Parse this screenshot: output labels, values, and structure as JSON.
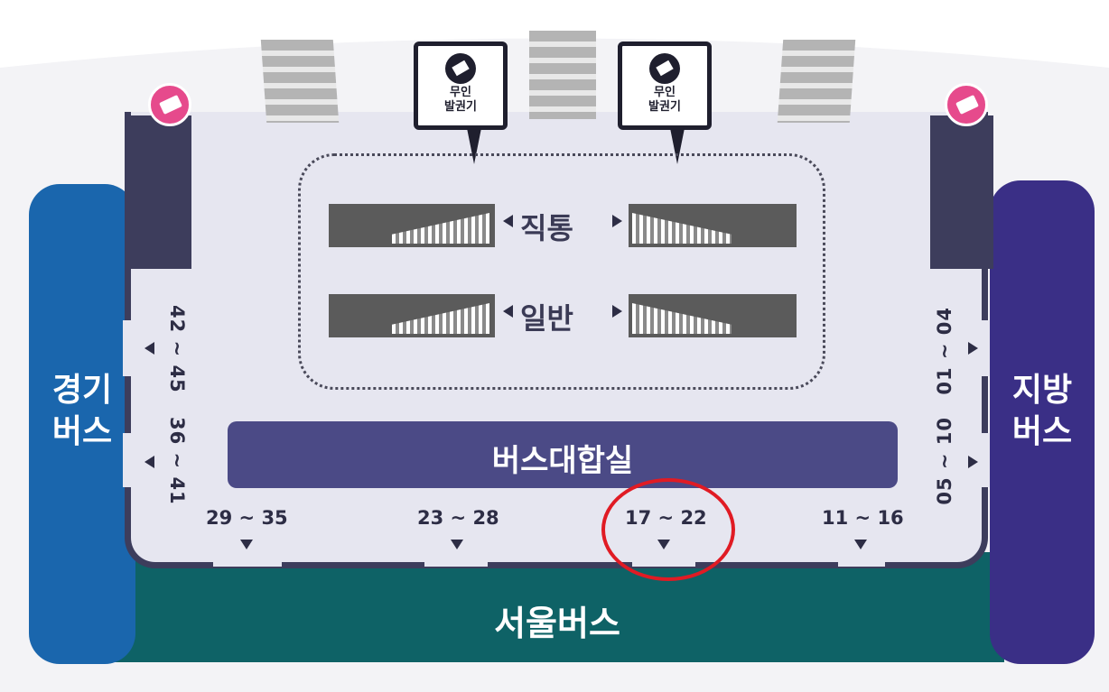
{
  "kiosk": {
    "line1": "무인",
    "line2": "발권기"
  },
  "escalators": {
    "express": "직통",
    "general": "일반"
  },
  "waiting_room": "버스대합실",
  "regions": {
    "gyeonggi": "경기\n버스",
    "gyeonggi_1": "경기",
    "gyeonggi_2": "버스",
    "regional_1": "지방",
    "regional_2": "버스",
    "seoul": "서울버스"
  },
  "gates": {
    "left_top": "42 ~ 45",
    "left_bottom": "36 ~ 41",
    "right_top": "01 ~ 04",
    "right_bottom": "05 ~ 10",
    "bottom": [
      "29 ~ 35",
      "23 ~ 28",
      "17 ~ 22",
      "11 ~ 16"
    ]
  },
  "highlight_gate": "17 ~ 22",
  "colors": {
    "gyeonggi": "#1a66ad",
    "regional": "#3a2f86",
    "seoul": "#0e6266",
    "waiting_room": "#4b4a86",
    "floor": "#e6e6f0",
    "wall": "#3d3d5c",
    "highlight": "#e01b24",
    "ticket_icon": "#e64a8c"
  }
}
